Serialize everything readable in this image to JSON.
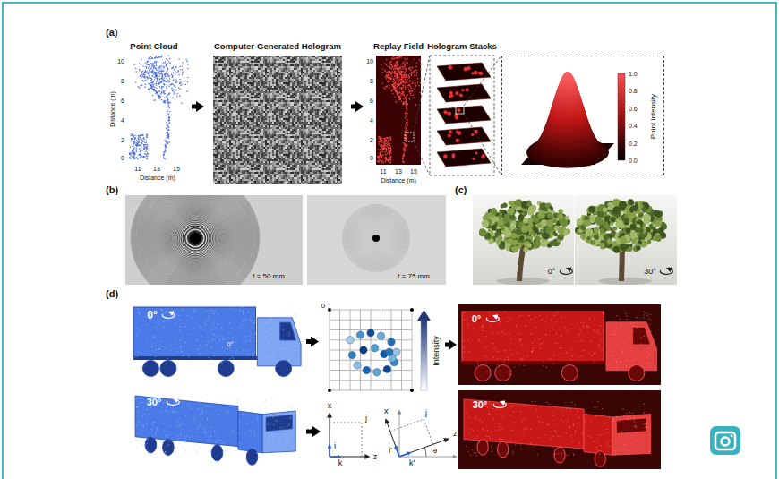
{
  "diagram": {
    "nodes": [
      {
        "text": [
          "Point Cloud"
        ]
      },
      {
        "text": [
          "Computer-Generated Hologram"
        ]
      },
      {
        "text": [
          "Replay Field"
        ]
      },
      {
        "text": [
          "Hologram Stacks"
        ]
      },
      {
        "text": [
          "Point Intensity"
        ]
      },
      {
        "text": [
          "0°",
          "0°"
        ]
      },
      {
        "text": [
          "0",
          "Intensity"
        ]
      },
      {
        "text": [
          "0°"
        ]
      },
      {
        "text": [
          "30°"
        ]
      },
      {
        "text": [
          "x",
          "i",
          "k",
          "z",
          "j"
        ]
      },
      {
        "text": [
          "x'",
          "i'",
          "k'",
          "z'",
          "θ",
          "j"
        ]
      },
      {
        "text": [
          "30°"
        ]
      }
    ],
    "edges": [
      {
        "from": 0,
        "to": 1,
        "arrow": "to"
      },
      {
        "from": 1,
        "to": 2,
        "arrow": "to"
      },
      {
        "from": 5,
        "to": 6,
        "arrow": "to"
      },
      {
        "from": 6,
        "to": 7,
        "arrow": "to"
      },
      {
        "from": 8,
        "to": 9,
        "arrow": "to"
      }
    ],
    "labels": [
      "(a)",
      "10",
      "8",
      "6",
      "4",
      "2",
      "0",
      "Distance (m)",
      "11",
      "13",
      "15",
      "Distance (m)",
      "10",
      "8",
      "6",
      "4",
      "2",
      "0",
      "11",
      "13",
      "15",
      "Distance (m)",
      "1.0",
      "0.8",
      "0.6",
      "0.4",
      "0.2",
      "0.0",
      "(b)",
      "f = 50 mm",
      "f = 75 mm",
      "(c)",
      "0°",
      "30°",
      "(d)"
    ]
  }
}
